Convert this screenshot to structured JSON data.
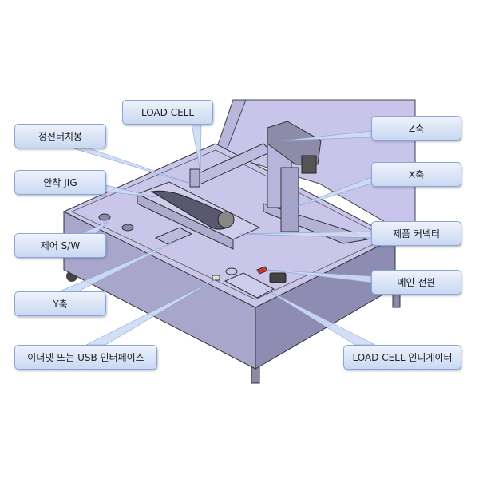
{
  "labels": {
    "load_cell": "LOAD CELL",
    "touch_rod": "정전터치봉",
    "jig": "안착 JIG",
    "control_sw": "제어 S/W",
    "y_axis": "Y축",
    "interface": "이더넷 또는 USB 인터페이스",
    "z_axis": "Z축",
    "x_axis": "X축",
    "connector": "제품 커넥터",
    "main_power": "메인 전원",
    "indicator": "LOAD CELL 인디게이터"
  },
  "colors": {
    "body": "#c4c1e6",
    "side": "#9d9ac0",
    "callout_border": "#8aa6d6",
    "power_switch": "#d23a2a"
  }
}
